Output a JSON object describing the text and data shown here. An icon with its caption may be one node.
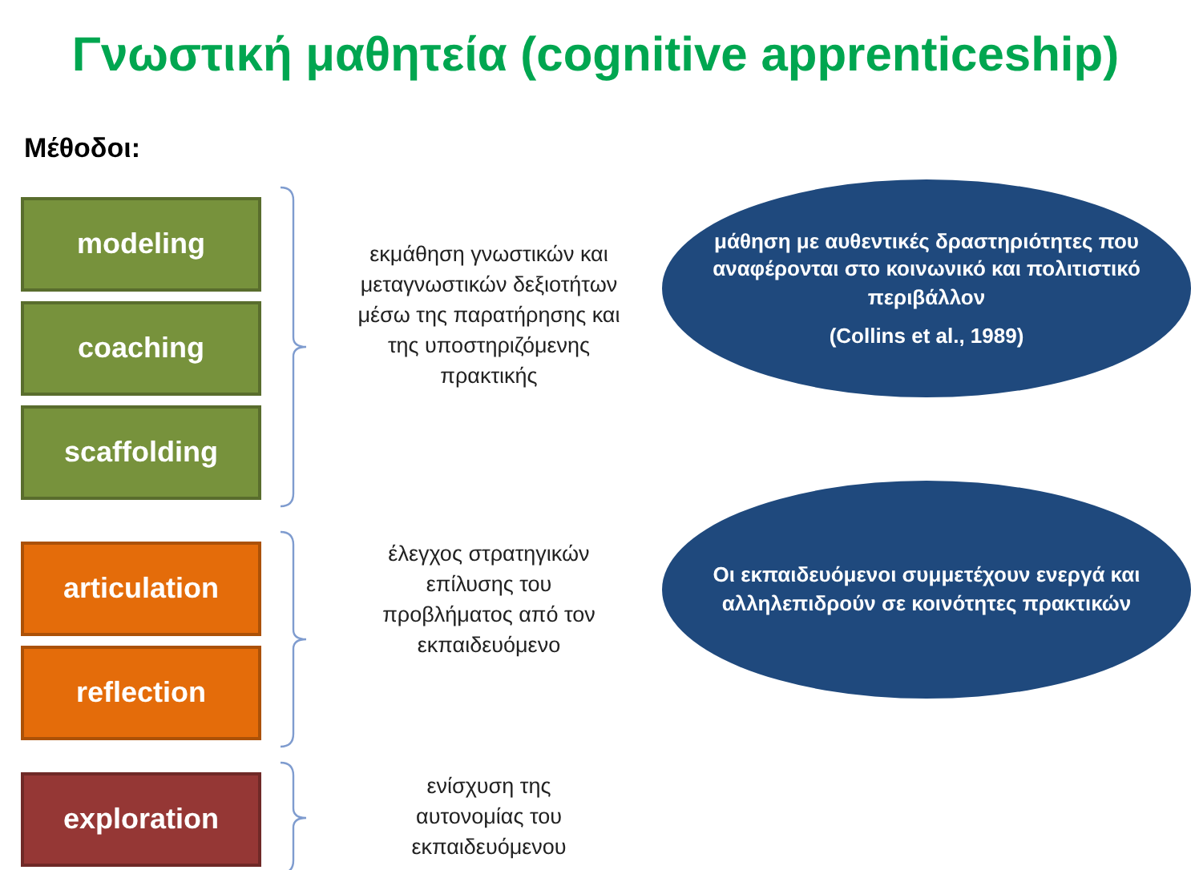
{
  "diagram": {
    "title": "Γνωστική μαθητεία (cognitive apprenticeship)",
    "nodes": [
      {
        "text": [
          "modeling"
        ]
      },
      {
        "text": [
          "coaching"
        ]
      },
      {
        "text": [
          "scaffolding"
        ]
      },
      {
        "text": [
          "articulation"
        ]
      },
      {
        "text": [
          "reflection"
        ]
      },
      {
        "text": [
          "exploration"
        ]
      },
      {
        "text": [
          "μάθηση με αυθεντικές δραστηριότητες που αναφέρονται στο κοινωνικό και πολιτιστικό περιβάλλον",
          "(Collins et al., 1989)"
        ]
      },
      {
        "text": [
          "Οι εκπαιδευόμενοι συμμετέχουν ενεργά και αλληλεπιδρούν σε κοινότητες πρακτικών"
        ]
      }
    ],
    "labels": [
      "Μέθοδοι:",
      "εκμάθηση γνωστικών και μεταγνωστικών δεξιοτήτων μέσω της παρατήρησης και της υποστηριζόμενης πρακτικής",
      "έλεγχος στρατηγικών επίλυσης του προβλήματος από τον εκπαιδευόμενο",
      "ενίσχυση της αυτονομίας του εκπαιδευόμενου"
    ]
  }
}
